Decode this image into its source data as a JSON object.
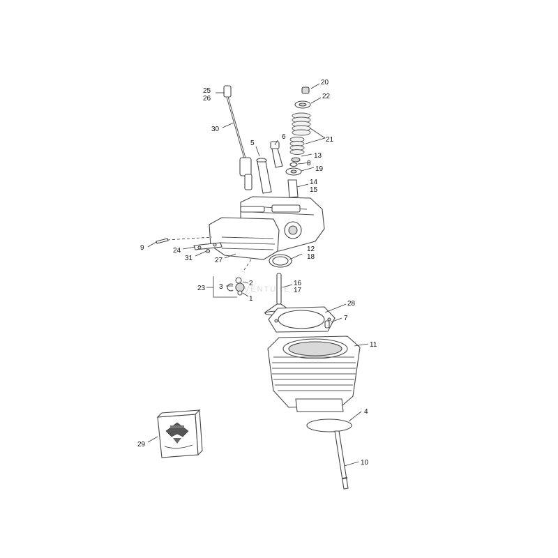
{
  "watermark": "VENTURE",
  "callouts": [
    {
      "id": "c20",
      "label": "20"
    },
    {
      "id": "c22",
      "label": "22"
    },
    {
      "id": "c21",
      "label": "21"
    },
    {
      "id": "c25",
      "label": "25"
    },
    {
      "id": "c26",
      "label": "26"
    },
    {
      "id": "c30",
      "label": "30"
    },
    {
      "id": "c5",
      "label": "5"
    },
    {
      "id": "c6",
      "label": "6"
    },
    {
      "id": "c13",
      "label": "13"
    },
    {
      "id": "c8",
      "label": "8"
    },
    {
      "id": "c19",
      "label": "19"
    },
    {
      "id": "c14",
      "label": "14"
    },
    {
      "id": "c15",
      "label": "15"
    },
    {
      "id": "c9",
      "label": "9"
    },
    {
      "id": "c24",
      "label": "24"
    },
    {
      "id": "c31",
      "label": "31"
    },
    {
      "id": "c27",
      "label": "27"
    },
    {
      "id": "c12",
      "label": "12"
    },
    {
      "id": "c18",
      "label": "18"
    },
    {
      "id": "c23",
      "label": "23"
    },
    {
      "id": "c3",
      "label": "3"
    },
    {
      "id": "c2",
      "label": "2"
    },
    {
      "id": "c1",
      "label": "1"
    },
    {
      "id": "c16",
      "label": "16"
    },
    {
      "id": "c17",
      "label": "17"
    },
    {
      "id": "c28",
      "label": "28"
    },
    {
      "id": "c7",
      "label": "7"
    },
    {
      "id": "c11",
      "label": "11"
    },
    {
      "id": "c4",
      "label": "4"
    },
    {
      "id": "c10",
      "label": "10"
    },
    {
      "id": "c29",
      "label": "29"
    }
  ]
}
